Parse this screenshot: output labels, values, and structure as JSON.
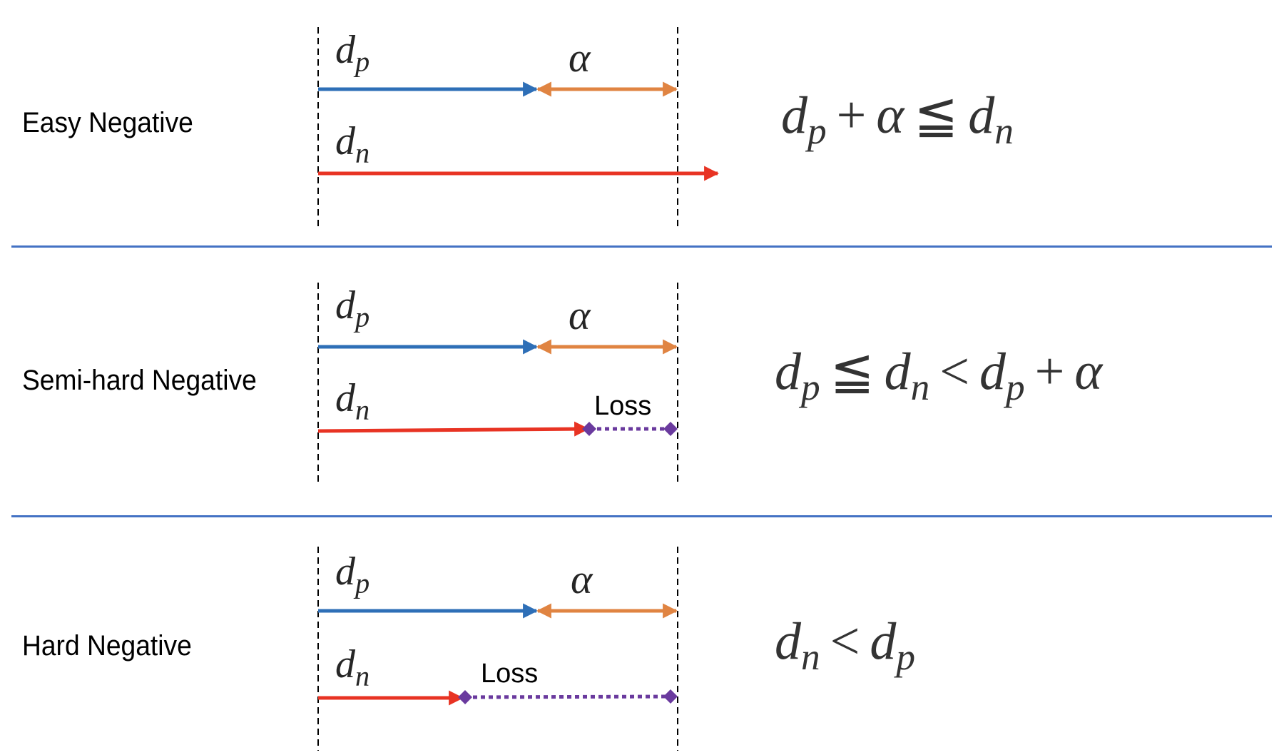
{
  "colors": {
    "separator": "#4472C4",
    "dp_arrow": "#2E6FB7",
    "margin_arrow": "#E08442",
    "dn_arrow": "#E83323",
    "loss_segment": "#6A3A9E",
    "guide_line": "#000000",
    "formula_text": "#333333"
  },
  "rows": [
    {
      "label": "Easy Negative",
      "dp_label": "d",
      "dp_sub": "p",
      "alpha_label": "α",
      "dn_label": "d",
      "dn_sub": "n",
      "loss_label": "",
      "formula": {
        "parts": [
          "d",
          "p",
          "+",
          "α",
          "≦",
          "d",
          "n"
        ],
        "text": "d_p + α ≦ d_n"
      }
    },
    {
      "label": "Semi-hard Negative",
      "dp_label": "d",
      "dp_sub": "p",
      "alpha_label": "α",
      "dn_label": "d",
      "dn_sub": "n",
      "loss_label": "Loss",
      "formula": {
        "parts": [
          "d",
          "p",
          "≦",
          "d",
          "n",
          "<",
          "d",
          "p",
          "+",
          "α"
        ],
        "text": "d_p ≦ d_n < d_p + α"
      }
    },
    {
      "label": "Hard Negative",
      "dp_label": "d",
      "dp_sub": "p",
      "alpha_label": "α",
      "dn_label": "d",
      "dn_sub": "n",
      "loss_label": "Loss",
      "formula": {
        "parts": [
          "d",
          "n",
          "<",
          "d",
          "p"
        ],
        "text": "d_n < d_p"
      }
    }
  ]
}
